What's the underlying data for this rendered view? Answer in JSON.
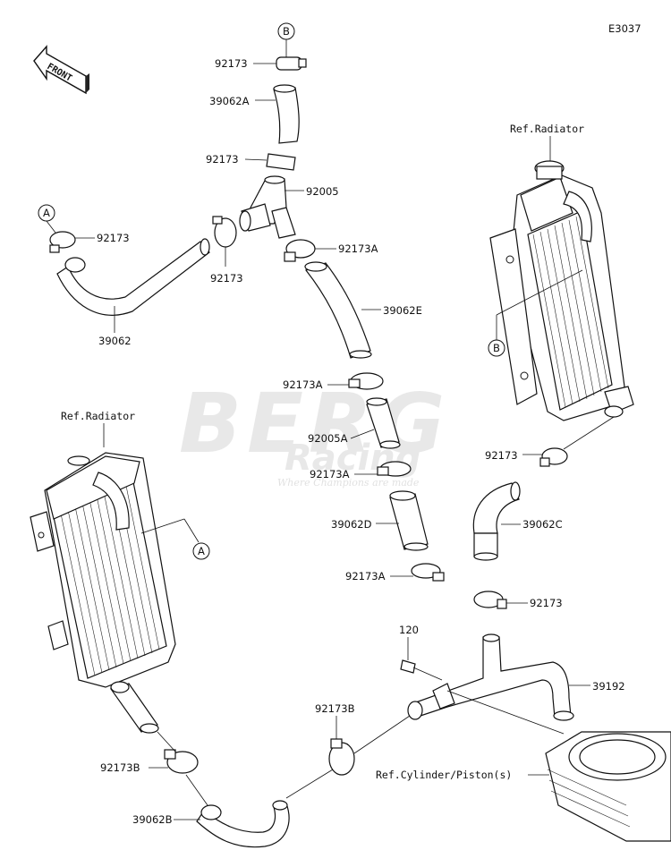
{
  "diagram_code": "E3037",
  "front_label": "FRONT",
  "watermark": {
    "brand": "BERG",
    "sub": "Racing",
    "tagline": "Where Champions are made"
  },
  "references": {
    "radiator_right": "Ref.Radiator",
    "radiator_left": "Ref.Radiator",
    "cylinder": "Ref.Cylinder/Piston(s)"
  },
  "markers": {
    "a_top": "A",
    "a_radiator": "A",
    "b_top": "B",
    "b_radiator": "B"
  },
  "parts": {
    "clamp_top_b": "92173",
    "hose_39062a": "39062A",
    "clamp_mid_top": "92173",
    "fitting_92005": "92005",
    "clamp_left_a": "92173",
    "clamp_center": "92173",
    "clamp_92173a_top": "92173A",
    "hose_39062": "39062",
    "hose_39062e": "39062E",
    "clamp_92173a_mid": "92173A",
    "fitting_92005a": "92005A",
    "clamp_92173a_low": "92173A",
    "hose_39062d": "39062D",
    "clamp_92173a_bottom": "92173A",
    "clamp_right_radiator": "92173",
    "hose_39062c": "39062C",
    "clamp_lower_right": "92173",
    "bolt_120": "120",
    "pipe_39192": "39192",
    "clamp_92173b_mid": "92173B",
    "clamp_92173b_left": "92173B",
    "hose_39062b": "39062B"
  }
}
